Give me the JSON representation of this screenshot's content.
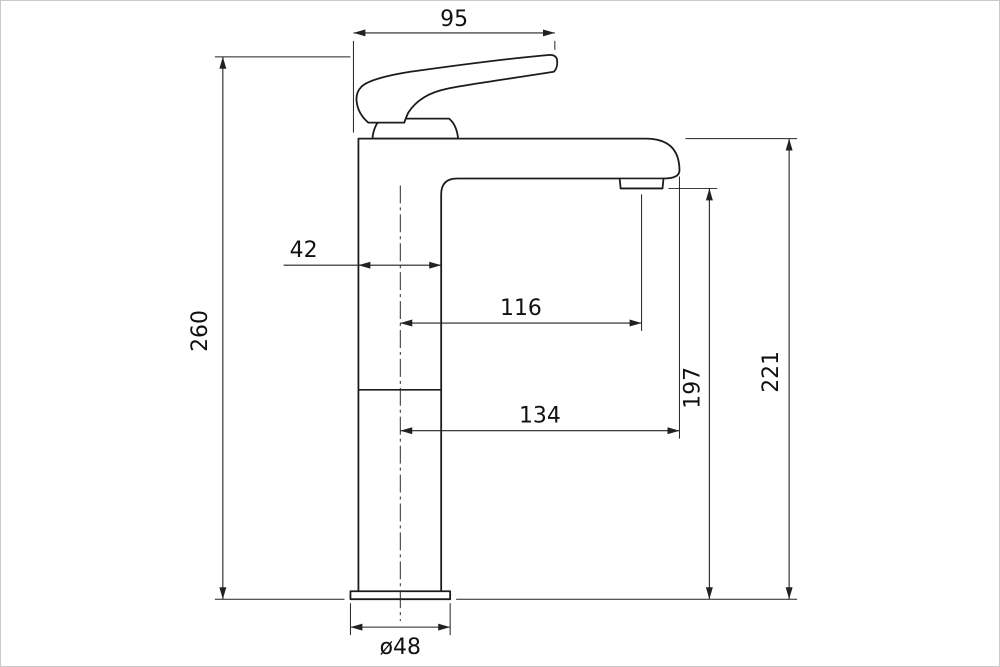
{
  "dimensions": {
    "d95": "95",
    "d260": "260",
    "d42": "42",
    "d116": "116",
    "d134": "134",
    "d197": "197",
    "d221": "221",
    "d48": "ø48"
  },
  "colors": {
    "line": "#1c1c1c",
    "background": "#ffffff"
  }
}
